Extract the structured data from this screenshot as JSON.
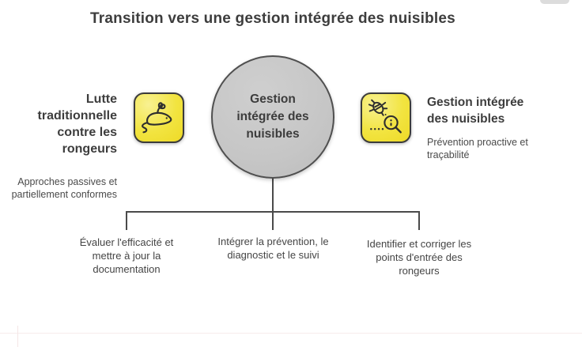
{
  "title": "Transition vers une gestion intégrée des nuisibles",
  "before": {
    "heading": "Lutte traditionnelle contre les rongeurs",
    "description": "Approches passives et partiellement conformes",
    "icon": "mouse-icon"
  },
  "center_node": {
    "label": "Gestion intégrée des nuisibles"
  },
  "after": {
    "heading": "Gestion intégrée des nuisibles",
    "description": "Prévention proactive et traçabilité",
    "icon": "bug-search-icon"
  },
  "steps": [
    "Évaluer l'efficacité et mettre à jour la documentation",
    "Intégrer la prévention, le diagnostic et le suivi",
    "Identifier et corriger les points d'entrée des rongeurs"
  ],
  "colors": {
    "accent_yellow": "#f0e132",
    "node_gray": "#c6c6c6",
    "line_dark": "#4a4a4a",
    "text_dark": "#3d3d3d"
  }
}
